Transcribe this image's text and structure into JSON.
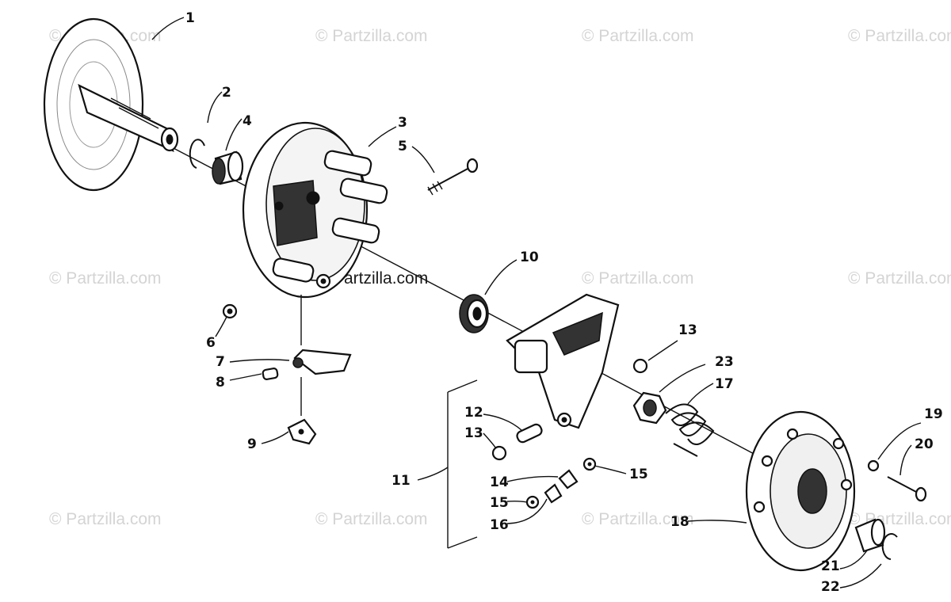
{
  "diagram": {
    "watermark": "© Partzilla.com",
    "center_watermark": "Partzilla.com",
    "callouts": [
      "1",
      "2",
      "3",
      "4",
      "5",
      "6",
      "7",
      "8",
      "9",
      "10",
      "11",
      "12",
      "13",
      "13",
      "14",
      "15",
      "15",
      "16",
      "17",
      "18",
      "19",
      "20",
      "21",
      "22",
      "23"
    ]
  }
}
